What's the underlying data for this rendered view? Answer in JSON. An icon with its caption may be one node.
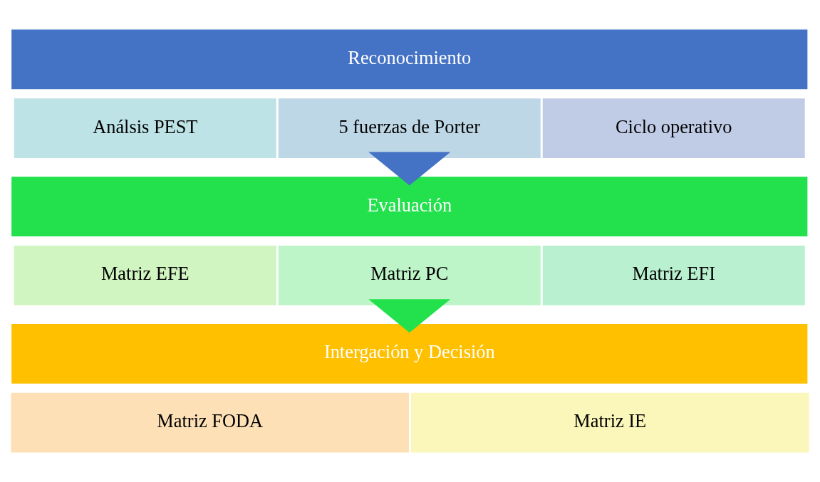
{
  "diagram": {
    "nodes": [
      {
        "text": [
          "Reconocimiento"
        ]
      },
      {
        "text": [
          "Análsis PEST"
        ]
      },
      {
        "text": [
          "5 fuerzas de Porter"
        ]
      },
      {
        "text": [
          "Ciclo operativo"
        ]
      },
      {
        "text": [
          "Evaluación"
        ]
      },
      {
        "text": [
          "Matriz EFE"
        ]
      },
      {
        "text": [
          "Matriz PC"
        ]
      },
      {
        "text": [
          "Matriz EFI"
        ]
      },
      {
        "text": [
          "Intergación y Decisión"
        ]
      },
      {
        "text": [
          "Matriz FODA"
        ]
      },
      {
        "text": [
          "Matriz IE"
        ]
      }
    ],
    "edges": [
      {
        "from": 2,
        "to": 4,
        "arrow": "to",
        "style": "thick",
        "color": "#4472c4"
      },
      {
        "from": 6,
        "to": 8,
        "arrow": "to",
        "style": "thick",
        "color": "#22e14c"
      }
    ]
  }
}
